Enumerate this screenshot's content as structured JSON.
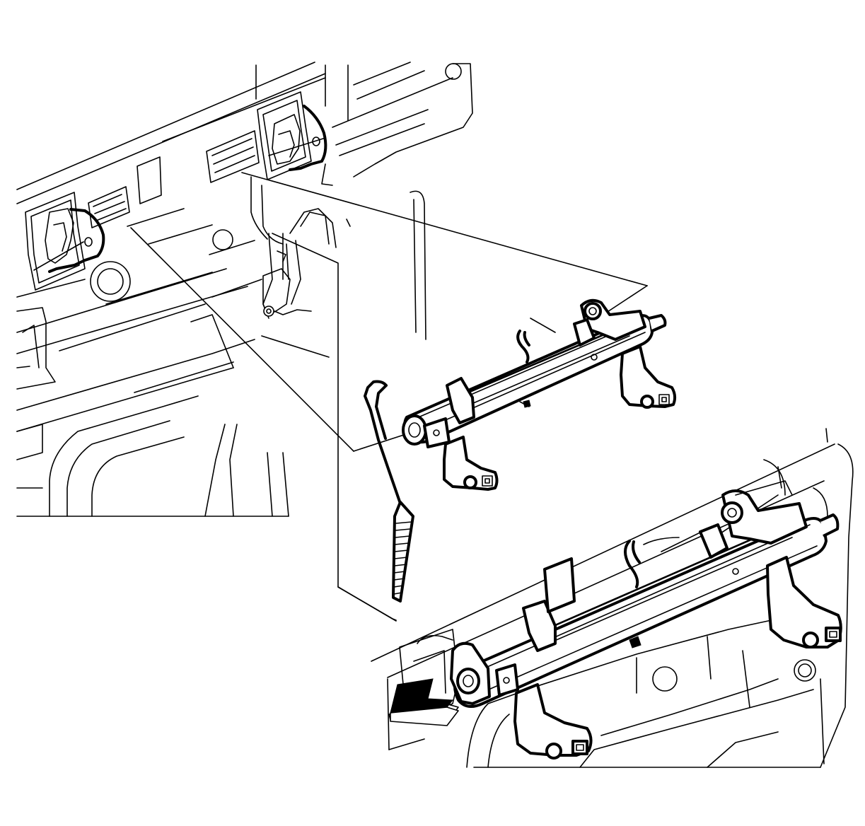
{
  "figure": {
    "kind": "exploded-view service illustration",
    "background_color": "#ffffff",
    "line_color": "#000000",
    "components": [
      {
        "id": "bulkhead-panel",
        "icon": "sheet-metal-panel"
      },
      {
        "id": "upper-mount-bracket-left",
        "icon": "mount-bracket"
      },
      {
        "id": "upper-mount-bracket-right",
        "icon": "mount-bracket"
      },
      {
        "id": "seat-rail-assembly-exploded",
        "icon": "seat-rail"
      },
      {
        "id": "tension-rod",
        "icon": "threaded-rod"
      },
      {
        "id": "seat-rail-assembly-installed",
        "icon": "seat-rail"
      },
      {
        "id": "direction-arrow",
        "icon": "forward-arrow"
      }
    ]
  }
}
